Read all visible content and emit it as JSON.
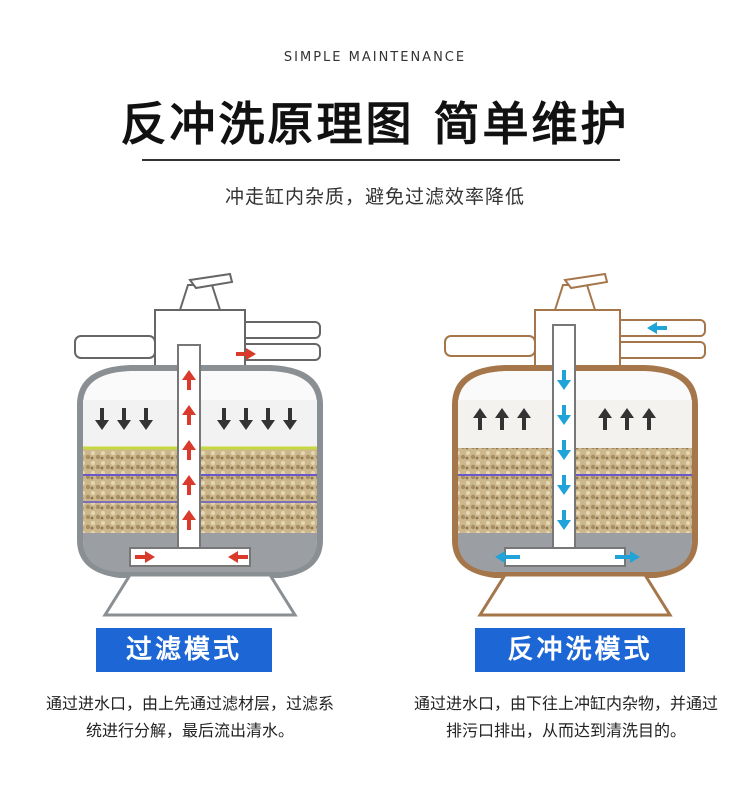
{
  "header": {
    "eyebrow": "SIMPLE MAINTENANCE",
    "title": "反冲洗原理图 简单维护",
    "subtitle": "冲走缸内杂质，避免过滤效率降低"
  },
  "left": {
    "mode_label": "过滤模式",
    "description": "通过进水口，由上先通过滤材层，过滤系统进行分解，最后流出清水。",
    "arrow_color": "#d93a2b",
    "tank_color": "#8a8f94"
  },
  "right": {
    "mode_label": "反冲洗模式",
    "description": "通过进水口，由下往上冲缸内杂物，并通过排污口排出，从而达到清洗目的。",
    "arrow_color": "#1fa3d8",
    "tank_color": "#a6764b"
  },
  "colors": {
    "label_bg": "#1c66d6",
    "sand": "#c9b48a"
  }
}
